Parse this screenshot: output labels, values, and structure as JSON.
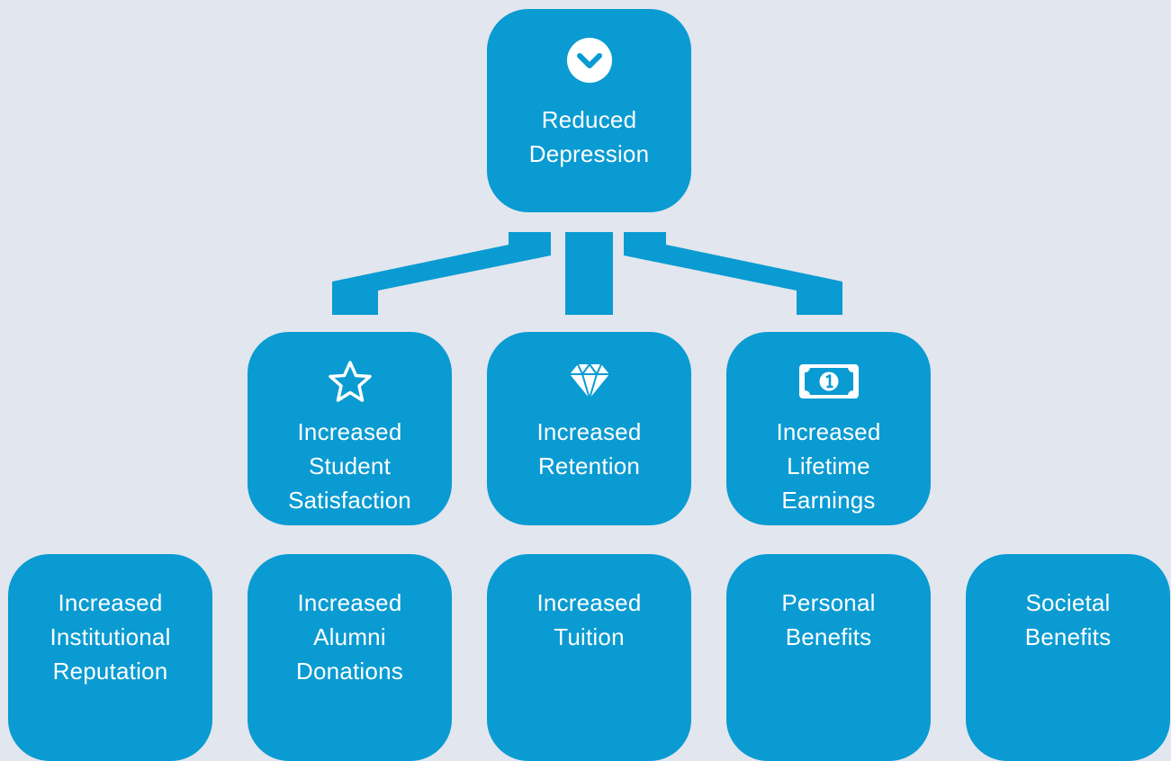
{
  "colors": {
    "background": "#e2e6ee",
    "node": "#0a9bd2",
    "text": "#ffffff"
  },
  "root": {
    "label": "Reduced\nDepression",
    "icon": "chevron-down-circle-icon"
  },
  "middle": [
    {
      "label": "Increased\nStudent\nSatisfaction",
      "icon": "star-icon"
    },
    {
      "label": "Increased\nRetention",
      "icon": "diamond-icon"
    },
    {
      "label": "Increased\nLifetime\nEarnings",
      "icon": "dollar-bill-icon"
    }
  ],
  "bottom": [
    {
      "label": "Increased\nInstitutional\nReputation"
    },
    {
      "label": "Increased\nAlumni\nDonations"
    },
    {
      "label": "Increased\nTuition"
    },
    {
      "label": "Personal\nBenefits"
    },
    {
      "label": "Societal\nBenefits"
    }
  ]
}
